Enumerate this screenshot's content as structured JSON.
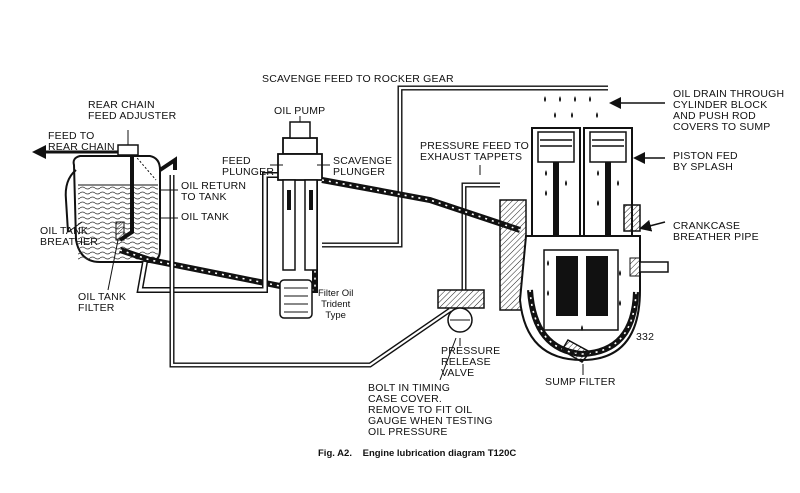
{
  "labels": {
    "scavenge_feed": "SCAVENGE FEED TO ROCKER GEAR",
    "rear_chain_adjuster": [
      "REAR CHAIN",
      "FEED ADJUSTER"
    ],
    "feed_to_rear_chain": [
      "FEED TO",
      "REAR CHAIN"
    ],
    "oil_return": [
      "OIL RETURN",
      "TO TANK"
    ],
    "oil_tank": "OIL TANK",
    "oil_tank_breather": [
      "OIL TANK",
      "BREATHER"
    ],
    "oil_tank_filter": [
      "OIL TANK",
      "FILTER"
    ],
    "oil_pump": "OIL PUMP",
    "feed_plunger": [
      "FEED",
      "PLUNGER"
    ],
    "scavenge_plunger": [
      "SCAVENGE",
      "PLUNGER"
    ],
    "filter_oil": [
      "Filter Oil",
      "Trident",
      "Type"
    ],
    "pressure_feed": [
      "PRESSURE FEED TO",
      "EXHAUST TAPPETS"
    ],
    "oil_drain": [
      "OIL DRAIN THROUGH",
      "CYLINDER BLOCK",
      "AND PUSH ROD",
      "COVERS TO SUMP"
    ],
    "piston_fed": [
      "PISTON FED",
      "BY SPLASH"
    ],
    "crankcase_breather": [
      "CRANKCASE",
      "BREATHER PIPE"
    ],
    "pressure_release": [
      "PRESSURE",
      "RELEASE",
      "VALVE"
    ],
    "sump_filter": "SUMP FILTER",
    "bolt_timing": [
      "BOLT IN TIMING",
      "CASE COVER.",
      "REMOVE TO FIT OIL",
      "GAUGE WHEN TESTING",
      "OIL PRESSURE"
    ],
    "figure_number": "332"
  },
  "caption": {
    "fig": "Fig. A2.",
    "text": "Engine lubrication diagram  T120C"
  }
}
